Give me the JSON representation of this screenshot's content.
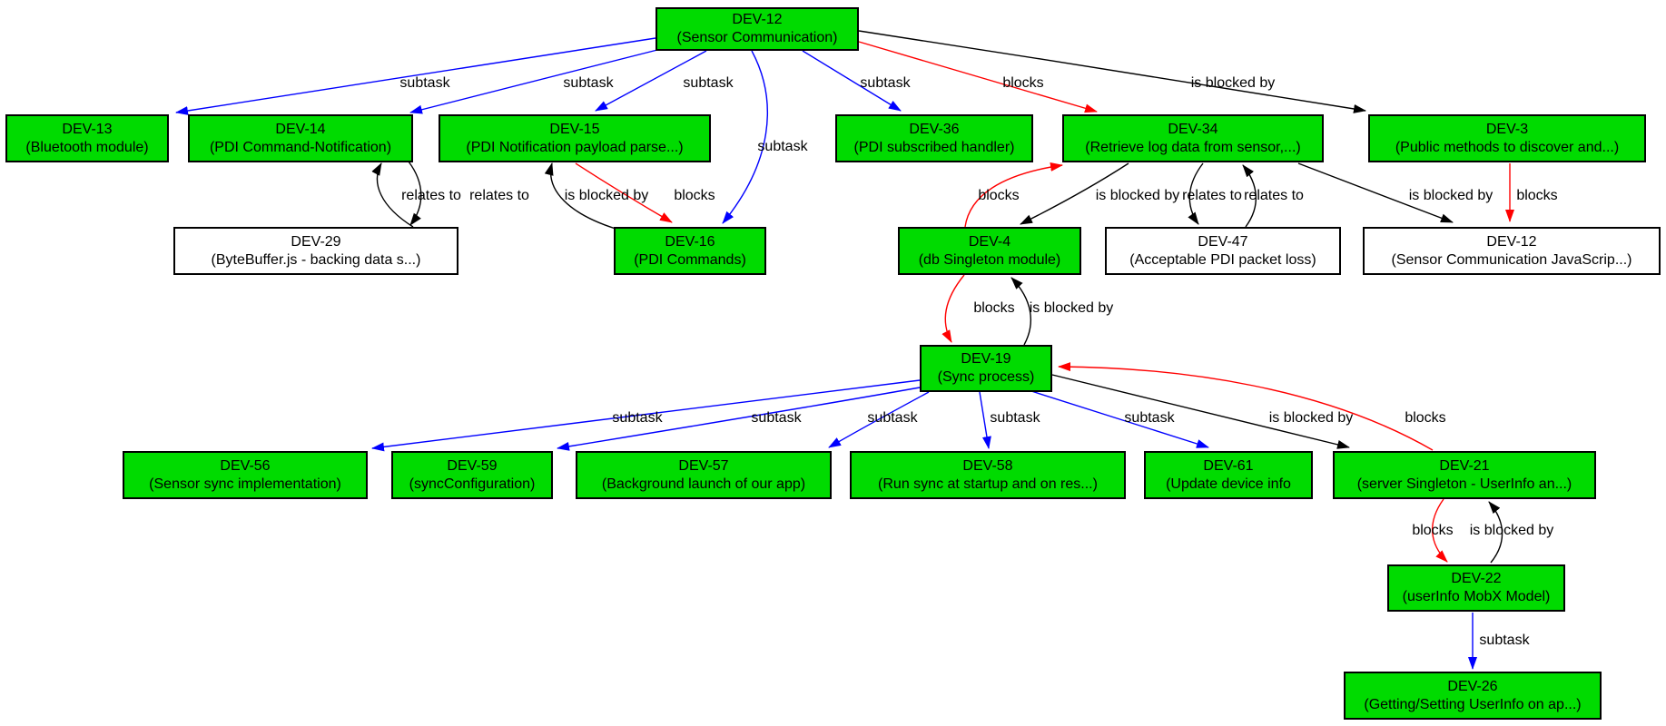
{
  "edge_labels": {
    "subtask": "subtask",
    "blocks": "blocks",
    "is_blocked_by": "is blocked by",
    "relates_to": "relates to"
  },
  "colors": {
    "node_green": "#00DB00",
    "node_white": "#FFFFFF",
    "edge_subtask": "#0000FF",
    "edge_blocks": "#FF0000",
    "edge_relation": "#000000"
  },
  "nodes": {
    "dev12_root": {
      "id": "DEV-12",
      "summary": "(Sensor Communication)",
      "color": "green"
    },
    "dev13": {
      "id": "DEV-13",
      "summary": "(Bluetooth module)",
      "color": "green"
    },
    "dev14": {
      "id": "DEV-14",
      "summary": "(PDI Command-Notification)",
      "color": "green"
    },
    "dev15": {
      "id": "DEV-15",
      "summary": "(PDI Notification payload parse...)",
      "color": "green"
    },
    "dev36": {
      "id": "DEV-36",
      "summary": "(PDI subscribed handler)",
      "color": "green"
    },
    "dev34": {
      "id": "DEV-34",
      "summary": "(Retrieve log data from sensor,...)",
      "color": "green"
    },
    "dev3": {
      "id": "DEV-3",
      "summary": "(Public methods to discover and...)",
      "color": "green"
    },
    "dev29": {
      "id": "DEV-29",
      "summary": "(ByteBuffer.js - backing data s...)",
      "color": "white"
    },
    "dev16": {
      "id": "DEV-16",
      "summary": "(PDI Commands)",
      "color": "green"
    },
    "dev4": {
      "id": "DEV-4",
      "summary": "(db Singleton module)",
      "color": "green"
    },
    "dev47": {
      "id": "DEV-47",
      "summary": "(Acceptable PDI packet loss)",
      "color": "white"
    },
    "dev12_js": {
      "id": "DEV-12",
      "summary": "(Sensor Communication JavaScrip...)",
      "color": "white"
    },
    "dev19": {
      "id": "DEV-19",
      "summary": "(Sync process)",
      "color": "green"
    },
    "dev56": {
      "id": "DEV-56",
      "summary": "(Sensor sync implementation)",
      "color": "green"
    },
    "dev59": {
      "id": "DEV-59",
      "summary": "(syncConfiguration)",
      "color": "green"
    },
    "dev57": {
      "id": "DEV-57",
      "summary": "(Background launch of our app)",
      "color": "green"
    },
    "dev58": {
      "id": "DEV-58",
      "summary": "(Run sync at startup and on res...)",
      "color": "green"
    },
    "dev61": {
      "id": "DEV-61",
      "summary": "(Update device info",
      "color": "green"
    },
    "dev21": {
      "id": "DEV-21",
      "summary": "(server Singleton - UserInfo an...)",
      "color": "green"
    },
    "dev22": {
      "id": "DEV-22",
      "summary": "(userInfo MobX Model)",
      "color": "green"
    },
    "dev26": {
      "id": "DEV-26",
      "summary": "(Getting/Setting UserInfo on ap...)",
      "color": "green"
    }
  },
  "edges": [
    {
      "from": "dev12_root",
      "to": "dev13",
      "type": "subtask"
    },
    {
      "from": "dev12_root",
      "to": "dev14",
      "type": "subtask"
    },
    {
      "from": "dev12_root",
      "to": "dev15",
      "type": "subtask"
    },
    {
      "from": "dev12_root",
      "to": "dev16",
      "type": "subtask"
    },
    {
      "from": "dev12_root",
      "to": "dev36",
      "type": "subtask"
    },
    {
      "from": "dev12_root",
      "to": "dev34",
      "type": "blocks"
    },
    {
      "from": "dev12_root",
      "to": "dev3",
      "type": "is_blocked_by"
    },
    {
      "from": "dev29",
      "to": "dev14",
      "type": "relates_to"
    },
    {
      "from": "dev14",
      "to": "dev29",
      "type": "relates_to"
    },
    {
      "from": "dev16",
      "to": "dev15",
      "type": "is_blocked_by"
    },
    {
      "from": "dev15",
      "to": "dev16",
      "type": "blocks"
    },
    {
      "from": "dev4",
      "to": "dev34",
      "type": "blocks"
    },
    {
      "from": "dev34",
      "to": "dev4",
      "type": "is_blocked_by"
    },
    {
      "from": "dev34",
      "to": "dev47",
      "type": "relates_to"
    },
    {
      "from": "dev47",
      "to": "dev34",
      "type": "relates_to"
    },
    {
      "from": "dev34",
      "to": "dev12_js",
      "type": "is_blocked_by"
    },
    {
      "from": "dev3",
      "to": "dev12_js",
      "type": "blocks"
    },
    {
      "from": "dev4",
      "to": "dev19",
      "type": "blocks"
    },
    {
      "from": "dev19",
      "to": "dev4",
      "type": "is_blocked_by"
    },
    {
      "from": "dev19",
      "to": "dev56",
      "type": "subtask"
    },
    {
      "from": "dev19",
      "to": "dev59",
      "type": "subtask"
    },
    {
      "from": "dev19",
      "to": "dev57",
      "type": "subtask"
    },
    {
      "from": "dev19",
      "to": "dev58",
      "type": "subtask"
    },
    {
      "from": "dev19",
      "to": "dev61",
      "type": "subtask"
    },
    {
      "from": "dev19",
      "to": "dev21",
      "type": "is_blocked_by"
    },
    {
      "from": "dev21",
      "to": "dev19",
      "type": "blocks"
    },
    {
      "from": "dev21",
      "to": "dev22",
      "type": "blocks"
    },
    {
      "from": "dev22",
      "to": "dev21",
      "type": "is_blocked_by"
    },
    {
      "from": "dev22",
      "to": "dev26",
      "type": "subtask"
    }
  ]
}
